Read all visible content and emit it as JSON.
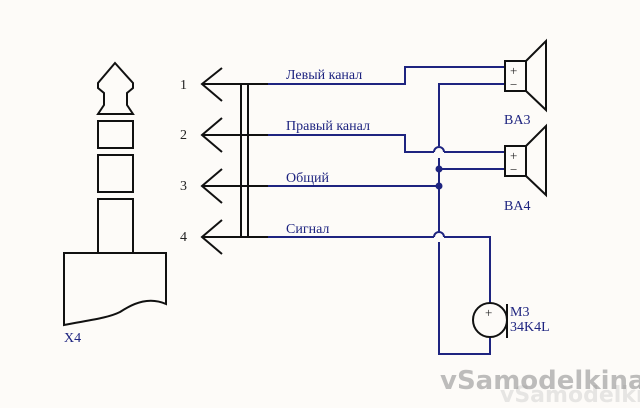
{
  "diagram": {
    "connector": {
      "label": "X4"
    },
    "pins": [
      {
        "number": "1",
        "net": "Левый канал"
      },
      {
        "number": "2",
        "net": "Правый канал"
      },
      {
        "number": "3",
        "net": "Общий"
      },
      {
        "number": "4",
        "net": "Сигнал"
      }
    ],
    "speakers": [
      {
        "label": "BA3",
        "plus": "+",
        "minus": "−"
      },
      {
        "label": "BA4",
        "plus": "+",
        "minus": "−"
      }
    ],
    "microphone": {
      "ref": "M3",
      "part": "34K4L",
      "plus": "+"
    },
    "colors": {
      "wire": "#1e2480",
      "symbol": "#111111",
      "background": "#fdfbf8"
    }
  },
  "watermark": {
    "text": "vSamodelkina.ru"
  }
}
